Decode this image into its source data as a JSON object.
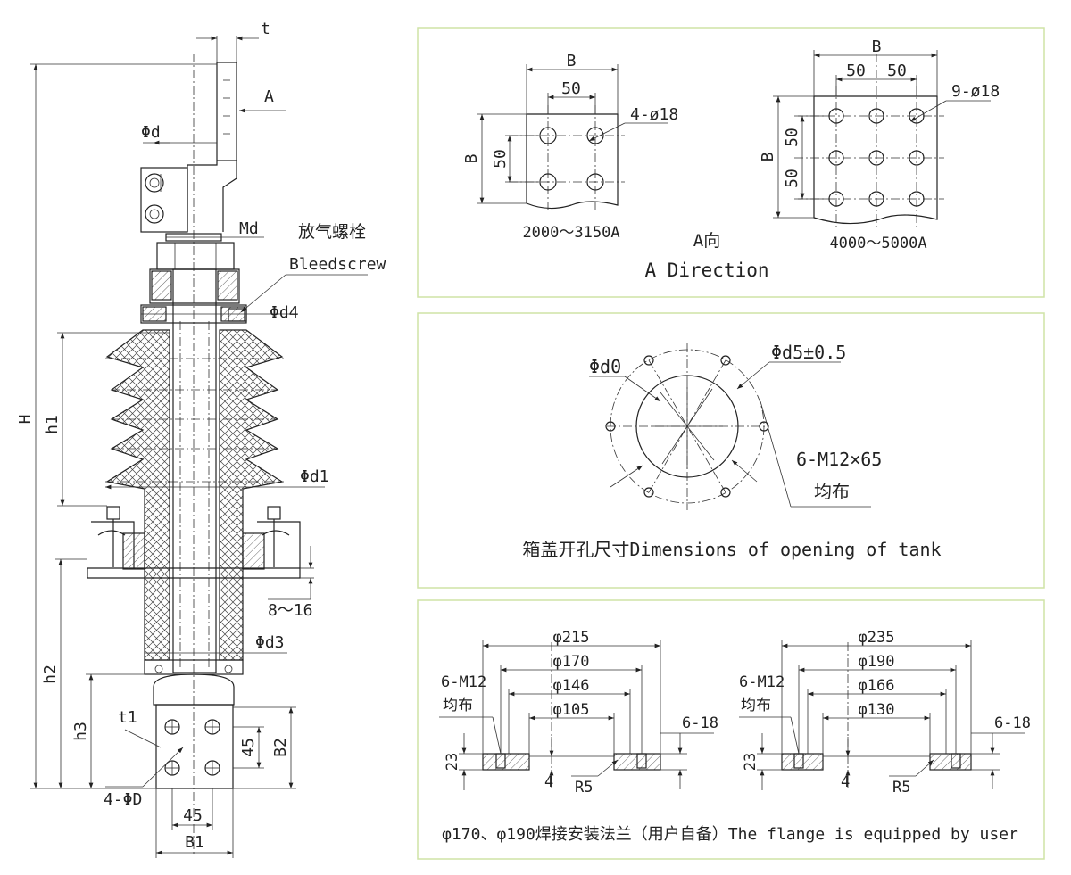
{
  "bushing": {
    "dims": {
      "t": "t",
      "A": "A",
      "d": "Φd",
      "Md": "Md",
      "bleed_cn": "放气螺栓",
      "bleed_en": "Bleedscrew",
      "d4": "Φd4",
      "h1": "h1",
      "d1": "Φd1",
      "H": "H",
      "range": "8～16",
      "d3": "Φd3",
      "h2": "h2",
      "h3": "h3",
      "t1": "t1",
      "four5_v": "45",
      "B2": "B2",
      "holes": "4-ΦD",
      "four5_h": "45",
      "B1": "B1"
    }
  },
  "panel_a": {
    "left": {
      "B_top": "B",
      "fifty": "50",
      "B_side": "B",
      "fifty_side": "50",
      "holes": "4-ø18",
      "caption": "2000～3150A"
    },
    "right": {
      "B_top": "B",
      "fifty_a": "50",
      "fifty_b": "50",
      "B_side": "B",
      "fifty_side_a": "50",
      "fifty_side_b": "50",
      "holes": "9-ø18",
      "caption": "4000～5000A"
    },
    "dir_cn": "A向",
    "dir_en": "A Direction"
  },
  "panel_tank": {
    "d0": "Φd0",
    "d5": "Φd5±0.5",
    "bolts": "6-M12×65",
    "even": "均布",
    "caption": "箱盖开孔尺寸Dimensions of opening of tank"
  },
  "panel_flange": {
    "left": {
      "d_outer": "φ215",
      "d_bolt": "φ170",
      "d_mid": "φ146",
      "d_inner": "φ105",
      "bolts": "6-M12",
      "even": "均布",
      "holes": "6-18",
      "thick": "23",
      "four": "4",
      "r": "R5"
    },
    "right": {
      "d_outer": "φ235",
      "d_bolt": "φ190",
      "d_mid": "φ166",
      "d_inner": "φ130",
      "bolts": "6-M12",
      "even": "均布",
      "holes": "6-18",
      "thick": "23",
      "four": "4",
      "r": "R5"
    },
    "caption": "φ170、φ190焊接安装法兰（用户自备）The flange is equipped by user"
  },
  "colors": {
    "frame": "#cfe3a6",
    "line": "#222222"
  }
}
